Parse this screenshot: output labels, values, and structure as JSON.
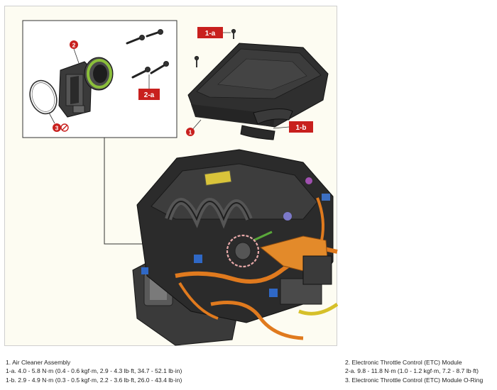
{
  "callouts": {
    "c1a": "1-a",
    "c1b": "1-b",
    "c2a": "2-a",
    "n1": "1",
    "n2": "2",
    "n3": "3"
  },
  "legend": {
    "left": [
      "1. Air Cleaner Assembly",
      "1-a. 4.0 - 5.8 N·m (0.4 - 0.6 kgf·m, 2.9 - 4.3 lb·ft, 34.7 - 52.1 lb·in)",
      "1-b. 2.9 - 4.9 N·m (0.3 - 0.5 kgf·m, 2.2 - 3.6 lb·ft, 26.0 - 43.4 lb·in)"
    ],
    "right": [
      "2. Electronic Throttle Control (ETC) Module",
      "2-a. 9.8 - 11.8 N·m (1.0 - 1.2 kgf·m, 7.2 - 8.7 lb·ft)",
      "3. Electronic Throttle Control (ETC) Module O-Ring"
    ]
  },
  "colors": {
    "callout_red": "#c8201e",
    "engine_dark": "#2b2b2b",
    "harness_orange": "#e07a1e",
    "frame_background": "#fdfcf2"
  }
}
